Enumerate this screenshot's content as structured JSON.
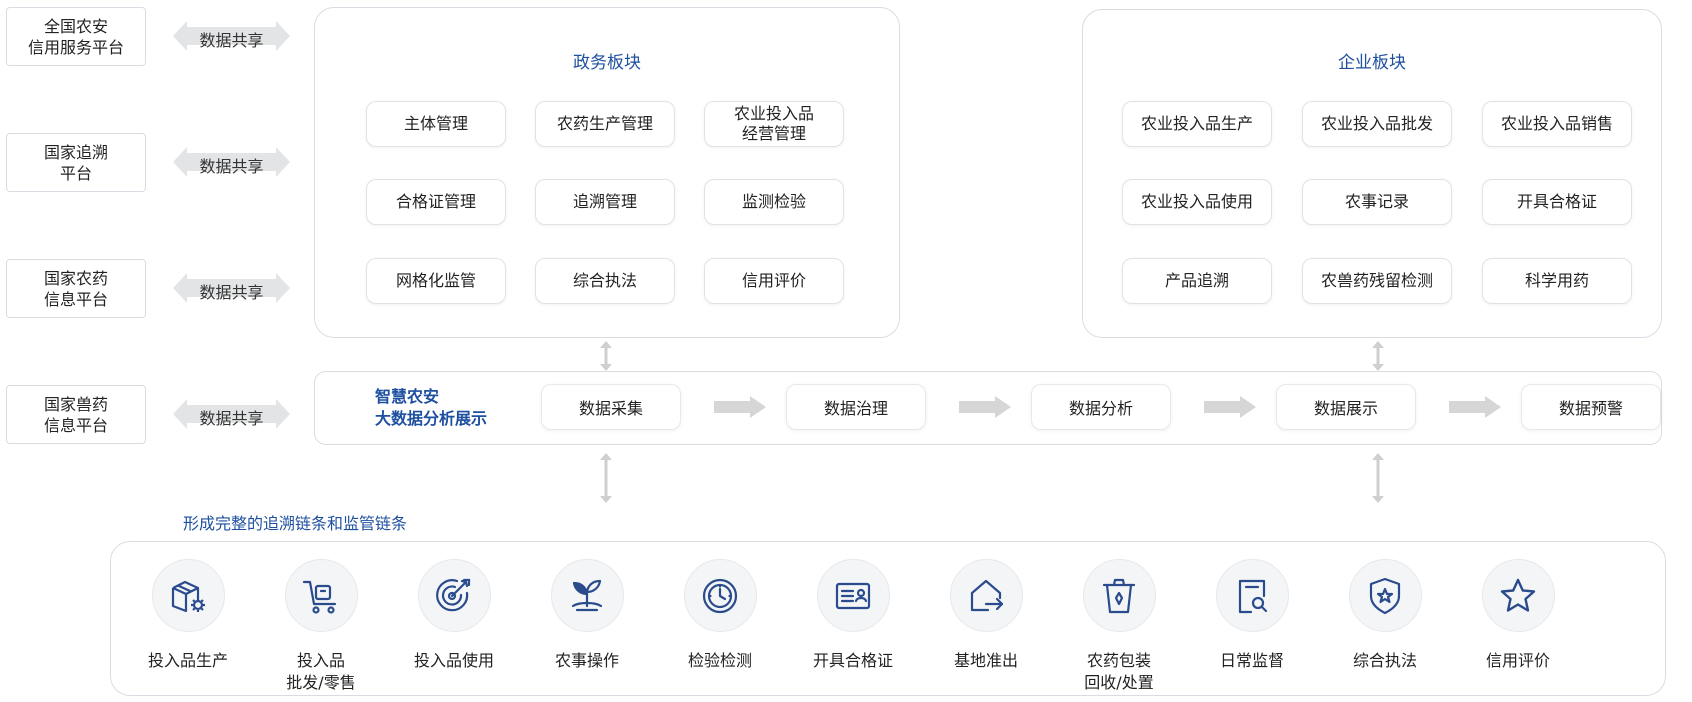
{
  "platforms": [
    {
      "name": "全国农安\n信用服务平台",
      "share": "数据共享"
    },
    {
      "name": "国家追溯\n平台",
      "share": "数据共享"
    },
    {
      "name": "国家农药\n信息平台",
      "share": "数据共享"
    },
    {
      "name": "国家兽药\n信息平台",
      "share": "数据共享"
    }
  ],
  "gov_panel": {
    "title": "政务板块",
    "items": [
      "主体管理",
      "农药生产管理",
      "农业投入品\n经营管理",
      "合格证管理",
      "追溯管理",
      "监测检验",
      "网格化监管",
      "综合执法",
      "信用评价"
    ]
  },
  "ent_panel": {
    "title": "企业板块",
    "items": [
      "农业投入品生产",
      "农业投入品批发",
      "农业投入品销售",
      "农业投入品使用",
      "农事记录",
      "开具合格证",
      "产品追溯",
      "农兽药残留检测",
      "科学用药"
    ]
  },
  "bigdata": {
    "title_line1": "智慧农安",
    "title_line2": "大数据分析展示",
    "steps": [
      "数据采集",
      "数据治理",
      "数据分析",
      "数据展示",
      "数据预警"
    ]
  },
  "chain": {
    "title": "形成完整的追溯链条和监管链条",
    "items": [
      {
        "label": "投入品生产",
        "icon": "box-gear-icon"
      },
      {
        "label": "投入品\n批发/零售",
        "icon": "cart-icon"
      },
      {
        "label": "投入品使用",
        "icon": "target-icon"
      },
      {
        "label": "农事操作",
        "icon": "sprout-icon"
      },
      {
        "label": "检验检测",
        "icon": "gauge-icon"
      },
      {
        "label": "开具合格证",
        "icon": "certificate-icon"
      },
      {
        "label": "基地准出",
        "icon": "house-exit-icon"
      },
      {
        "label": "农药包装\n回收/处置",
        "icon": "recycle-bin-icon"
      },
      {
        "label": "日常监督",
        "icon": "inspect-doc-icon"
      },
      {
        "label": "综合执法",
        "icon": "shield-star-icon"
      },
      {
        "label": "信用评价",
        "icon": "star-icon"
      }
    ]
  },
  "colors": {
    "accent": "#1e4fa0",
    "icon": "#2a4c8c",
    "border": "#d9dde3",
    "arrow": "#d6d6d6"
  }
}
